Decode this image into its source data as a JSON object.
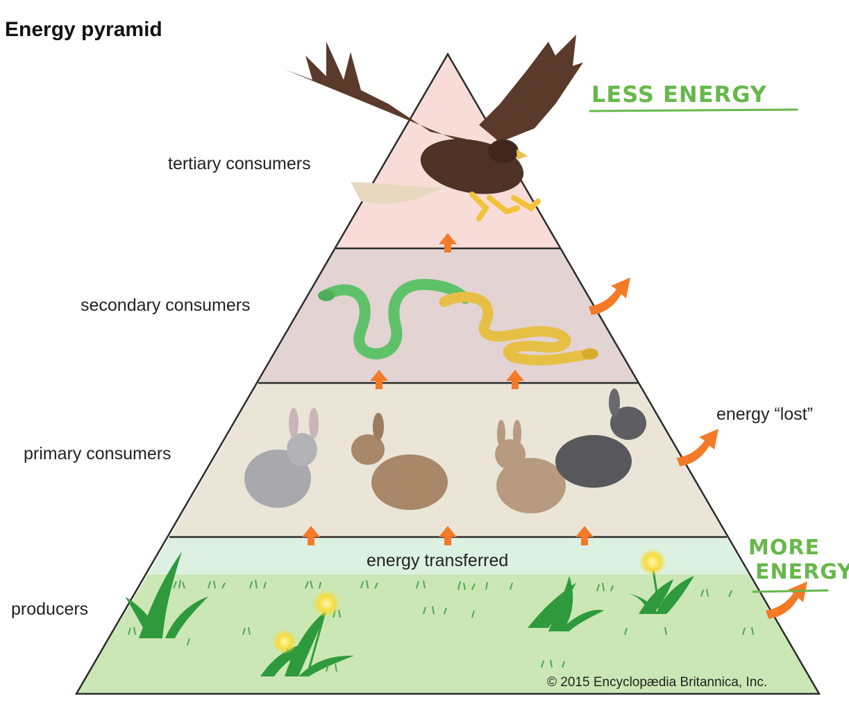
{
  "title": "Energy pyramid",
  "levels": {
    "tertiary": "tertiary consumers",
    "secondary": "secondary consumers",
    "primary": "primary consumers",
    "producers": "producers"
  },
  "labels": {
    "transferred": "energy transferred",
    "lost": "energy “lost”"
  },
  "copyright": "© 2015 Encyclopædia Britannica, Inc.",
  "annotations": {
    "less_energy": "LESS ENERGY",
    "more_energy_line1": "MORE",
    "more_energy_line2": "ENERGY"
  },
  "colors": {
    "tier_top": "#f8dcd7",
    "tier_secondary": "#e3d3d3",
    "tier_primary": "#eae5d7",
    "tier_producers_top": "#ddf1e3",
    "tier_producers_grass": "#cbe7b5",
    "arrow": "#f47a28",
    "annotation": "#66b84a",
    "outline": "#2a2a2a"
  },
  "icons": [
    "eagle-icon",
    "green-snake-icon",
    "yellow-snake-icon",
    "rabbit-icon",
    "grass-icon",
    "dandelion-icon",
    "energy-arrow-icon"
  ]
}
